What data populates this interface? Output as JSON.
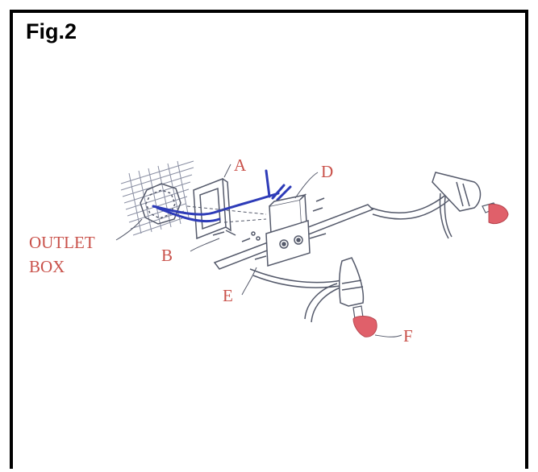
{
  "figure": {
    "title": "Fig.2",
    "labels": {
      "a": "A",
      "b": "B",
      "d": "D",
      "e": "E",
      "f": "F",
      "outlet_line1": "OUTLET",
      "outlet_line2": "BOX"
    }
  },
  "colors": {
    "frame": "#000000",
    "label_red": "#c9514a",
    "wire_blue": "#2d3bb8",
    "line_gray": "#555a6b",
    "bulb_red": "#e0606a"
  }
}
